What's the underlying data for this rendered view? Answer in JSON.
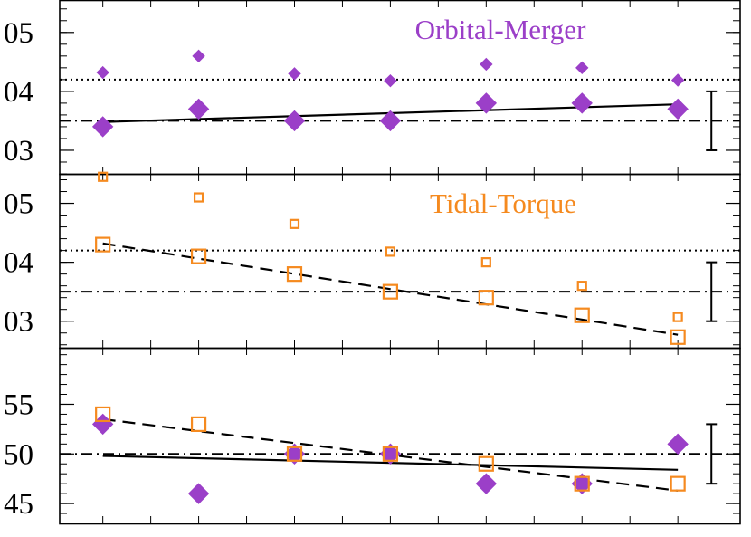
{
  "colors": {
    "merger": "#9b3fc8",
    "tidal": "#f58a1f",
    "axis": "#000000"
  },
  "chart_data": [
    {
      "type": "scatter",
      "panel": "top",
      "title": "Orbital-Merger",
      "title_color": "#9b3fc8",
      "ylim": [
        0.026,
        0.0555
      ],
      "yticks": [
        0.03,
        0.04,
        0.05
      ],
      "ytick_labels": [
        "03",
        "04",
        "05"
      ],
      "x": [
        1,
        2,
        3,
        4,
        5,
        6,
        7
      ],
      "xlim": [
        0.55,
        7.65
      ],
      "grid": false,
      "series": [
        {
          "marker": "diamond-small",
          "color": "#9b3fc8",
          "values": [
            0.0432,
            0.046,
            0.043,
            0.0418,
            0.0446,
            0.044,
            0.0419
          ]
        },
        {
          "marker": "diamond-large",
          "color": "#9b3fc8",
          "values": [
            0.034,
            0.037,
            0.035,
            0.035,
            0.038,
            0.038,
            0.037
          ]
        }
      ],
      "fit_line": {
        "style": "solid",
        "x": [
          1,
          7
        ],
        "y": [
          0.0348,
          0.0378
        ]
      },
      "ref_lines": [
        {
          "style": "dotted",
          "y": 0.042
        },
        {
          "style": "dashdot",
          "y": 0.035
        }
      ],
      "error_bar": {
        "x": 7.35,
        "low": 0.03,
        "high": 0.04
      }
    },
    {
      "type": "scatter",
      "panel": "middle",
      "title": "Tidal-Torque",
      "title_color": "#f58a1f",
      "ylim": [
        0.0255,
        0.055
      ],
      "yticks": [
        0.03,
        0.04,
        0.05
      ],
      "ytick_labels": [
        "03",
        "04",
        "05"
      ],
      "x": [
        1,
        2,
        3,
        4,
        5,
        6,
        7
      ],
      "xlim": [
        0.55,
        7.65
      ],
      "grid": false,
      "series": [
        {
          "marker": "square-small",
          "color": "#f58a1f",
          "values": [
            0.0545,
            0.051,
            0.0465,
            0.0418,
            0.04,
            0.036,
            0.0307
          ]
        },
        {
          "marker": "square-large",
          "color": "#f58a1f",
          "values": [
            0.043,
            0.041,
            0.038,
            0.035,
            0.034,
            0.031,
            0.0273
          ]
        }
      ],
      "fit_line": {
        "style": "dashed",
        "x": [
          1,
          7
        ],
        "y": [
          0.0432,
          0.0277
        ]
      },
      "ref_lines": [
        {
          "style": "dotted",
          "y": 0.042
        },
        {
          "style": "dashdot",
          "y": 0.035
        }
      ],
      "error_bar": {
        "x": 7.35,
        "low": 0.03,
        "high": 0.04
      }
    },
    {
      "type": "scatter",
      "panel": "bottom",
      "title": "",
      "ylim": [
        43.0,
        60.7
      ],
      "yticks": [
        45,
        50,
        55
      ],
      "ytick_labels": [
        "45",
        "50",
        "55"
      ],
      "x": [
        1,
        2,
        3,
        4,
        5,
        6,
        7
      ],
      "xlim": [
        0.55,
        7.65
      ],
      "grid": false,
      "series": [
        {
          "marker": "diamond-large",
          "color": "#9b3fc8",
          "values": [
            53.0,
            46.0,
            50.0,
            50.0,
            47.0,
            47.0,
            51.0
          ]
        },
        {
          "marker": "square-large",
          "color": "#f58a1f",
          "values": [
            54.0,
            53.0,
            50.0,
            50.0,
            49.0,
            47.0,
            47.0
          ]
        }
      ],
      "fit_lines": [
        {
          "style": "solid",
          "x": [
            1,
            7
          ],
          "y": [
            49.8,
            48.4
          ]
        },
        {
          "style": "dashed",
          "x": [
            1,
            7
          ],
          "y": [
            53.5,
            46.3
          ]
        }
      ],
      "ref_lines": [
        {
          "style": "dashdot",
          "y": 50.0
        }
      ],
      "error_bar": {
        "x": 7.35,
        "low": 47.0,
        "high": 53.0
      }
    }
  ]
}
